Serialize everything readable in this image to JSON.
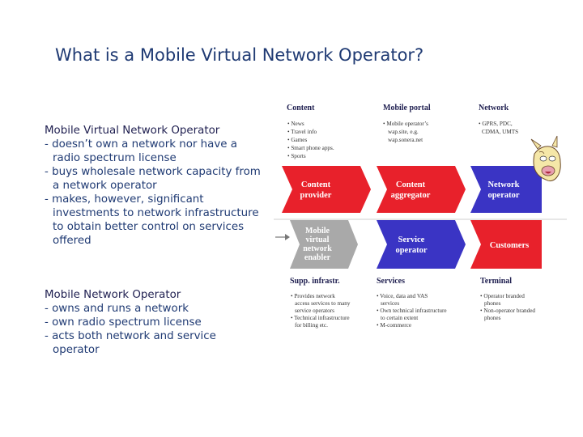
{
  "slide": {
    "title": "What is a Mobile Virtual Network Operator?"
  },
  "mvno": {
    "heading": "Mobile Virtual Network Operator",
    "items": [
      "- doesn’t own a network nor have a radio spectrum license",
      "- buys wholesale network capacity from a network operator",
      "- makes, however, significant investments to network infrastructure to obtain better control on services offered"
    ]
  },
  "mno": {
    "heading": "Mobile Network Operator",
    "items": [
      "- owns and runs a network",
      "- own radio spectrum license",
      "- acts both network and service operator"
    ]
  },
  "diagram": {
    "columns": {
      "content": {
        "header": "Content",
        "bullets": [
          "• News",
          "• Travel info",
          "• Games",
          "• Smart phone apps.",
          "• Sports"
        ]
      },
      "portal": {
        "header": "Mobile portal",
        "bullets": [
          "• Mobile operator’s",
          "wap.site, e.g.",
          "wap.sonera.net"
        ]
      },
      "network": {
        "header": "Network",
        "bullets": [
          "• GPRS, PDC,",
          "CDMA, UMTS"
        ]
      }
    },
    "row1": [
      {
        "l1": "Content",
        "l2": "provider"
      },
      {
        "l1": "Content",
        "l2": "aggregator"
      },
      {
        "l1": "Network",
        "l2": "operator"
      }
    ],
    "row2": [
      {
        "l1": "Mobile",
        "l2": "virtual",
        "l3": "network",
        "l4": "enabler"
      },
      {
        "l1": "Service",
        "l2": "operator"
      },
      {
        "l1": "Customers"
      }
    ],
    "bottom": {
      "infra": {
        "header": "Supp. infrastr.",
        "bullets": [
          "• Provides network",
          "access services to many",
          "service operators",
          "• Technical infrastructure",
          "for billing etc."
        ]
      },
      "services": {
        "header": "Services",
        "bullets": [
          "• Voice, data and VAS",
          "services",
          "• Own technical infrastructure",
          "to certain extent",
          "• M-commerce"
        ]
      },
      "terminal": {
        "header": "Terminal",
        "bullets": [
          "• Operator branded",
          "phones",
          "• Non-operator branded",
          "phones"
        ]
      }
    },
    "colors": {
      "red": "#e8212b",
      "blue": "#3a34c4",
      "gray": "#a9a9a9",
      "text": "#1f1f50"
    },
    "icons": {
      "mascot": "cow-icon"
    }
  }
}
